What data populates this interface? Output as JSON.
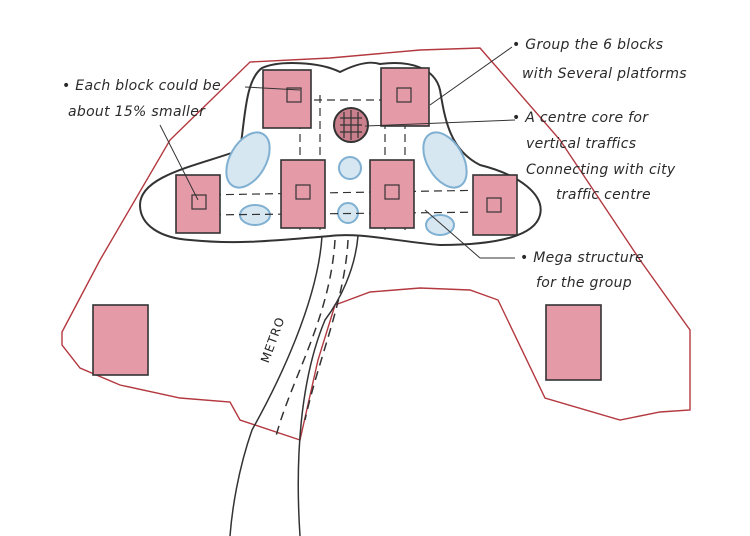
{
  "annotations": {
    "left": [
      "• Each block could be",
      "about 15% smaller"
    ],
    "group": [
      "• Group the 6 blocks",
      "with Several platforms"
    ],
    "core": [
      "• A centre core for",
      "vertical traffics",
      "Connecting with city",
      "traffic centre"
    ],
    "mega": [
      "• Mega structure",
      "for the group"
    ]
  },
  "metro_label": "METRO",
  "colors": {
    "site": "#b3383f",
    "block": "#e59aa8",
    "water": "#9cc3dd",
    "ink": "#333333"
  }
}
